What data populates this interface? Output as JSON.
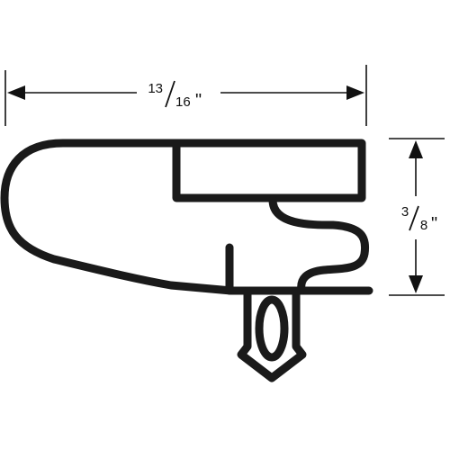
{
  "dimensions": {
    "width": {
      "whole": "",
      "numerator": "13",
      "denominator": "16",
      "unit": "\""
    },
    "height": {
      "numerator": "3",
      "denominator": "8",
      "unit": "\""
    }
  },
  "colors": {
    "line": "#1a1a1a",
    "background": "#ffffff"
  }
}
